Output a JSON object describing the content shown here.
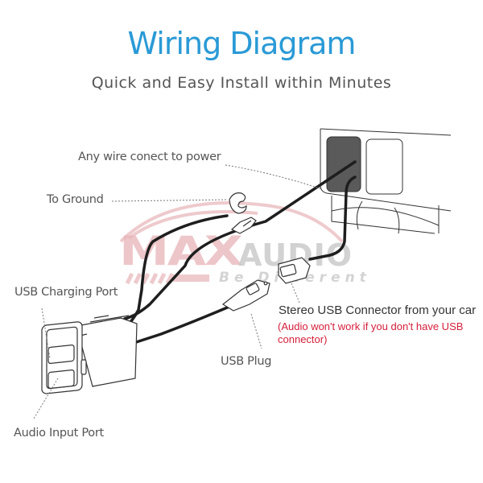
{
  "header": {
    "title": "Wiring Diagram",
    "subtitle": "Quick and Easy Install within Minutes"
  },
  "labels": {
    "power": "Any wire conect to power",
    "ground": "To Ground",
    "usb_charging_port": "USB Charging Port",
    "audio_input_port": "Audio Input Port",
    "usb_plug": "USB Plug",
    "stereo_usb_connector": "Stereo USB Connector from your car",
    "warning_note": "(Audio won't work if you don't have  USB connector)"
  },
  "watermark": {
    "brand_part1": "MAX",
    "brand_part2": "AUDIO",
    "tagline": "Be Different"
  },
  "colors": {
    "title": "#2a9ad6",
    "warning": "#d51e3a",
    "watermark_red": "#e8b4b8",
    "watermark_gray": "#c7c7c7",
    "fuse_panel": "#5a5a5a"
  }
}
